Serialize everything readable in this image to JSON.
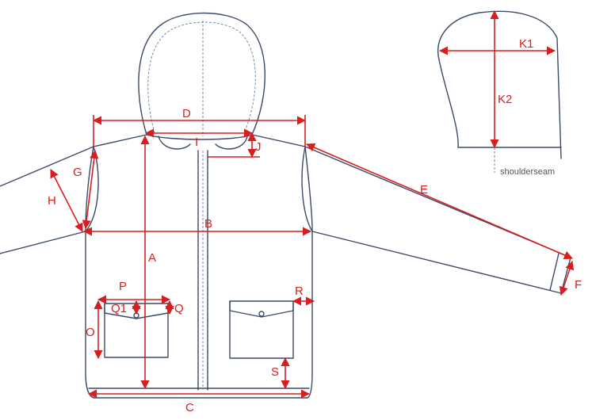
{
  "labels": {
    "A": "A",
    "B": "B",
    "C": "C",
    "D": "D",
    "E": "E",
    "F": "F",
    "G": "G",
    "H": "H",
    "I": "I",
    "J": "J",
    "K1": "K1",
    "K2": "K2",
    "O": "O",
    "P": "P",
    "Q": "Q",
    "Q1": "Q1",
    "R": "R",
    "S": "S"
  },
  "note": "shoulderseam",
  "colors": {
    "garment_line": "#3a4a6a",
    "measurement_line": "#d81e1e",
    "background": "#ffffff"
  }
}
